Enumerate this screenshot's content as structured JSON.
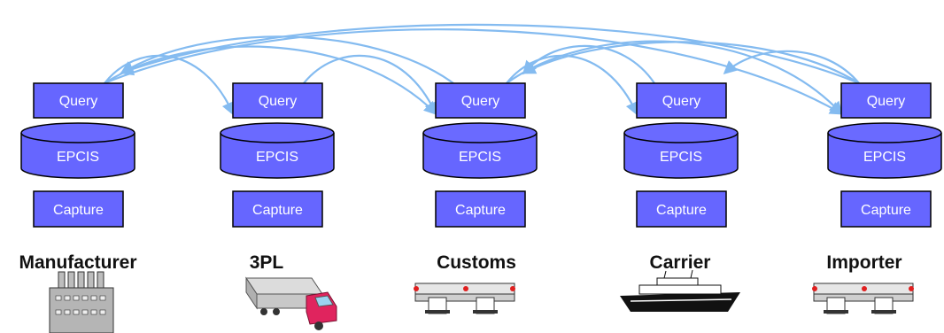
{
  "colors": {
    "box_fill": "#6666ff",
    "box_stroke": "#000000",
    "cylinder_top": "#6a6aff",
    "arrow": "#84bbf0",
    "label_text": "#111111",
    "box_text": "#ffffff"
  },
  "nodes": [
    {
      "name": "Manufacturer",
      "query": "Query",
      "store": "EPCIS",
      "capture": "Capture",
      "icon": "factory-icon"
    },
    {
      "name": "3PL",
      "query": "Query",
      "store": "EPCIS",
      "capture": "Capture",
      "icon": "truck-icon"
    },
    {
      "name": "Customs",
      "query": "Query",
      "store": "EPCIS",
      "capture": "Capture",
      "icon": "port-icon"
    },
    {
      "name": "Carrier",
      "query": "Query",
      "store": "EPCIS",
      "capture": "Capture",
      "icon": "ship-icon"
    },
    {
      "name": "Importer",
      "query": "Query",
      "store": "EPCIS",
      "capture": "Capture",
      "icon": "port-icon"
    }
  ],
  "edges": [
    {
      "from": "Manufacturer",
      "to": "3PL"
    },
    {
      "from": "Manufacturer",
      "to": "Customs"
    },
    {
      "from": "Manufacturer",
      "to": "Importer"
    },
    {
      "from": "3PL",
      "to": "Customs"
    },
    {
      "from": "Customs",
      "to": "Manufacturer"
    },
    {
      "from": "Customs",
      "to": "Carrier"
    },
    {
      "from": "Carrier",
      "to": "Customs"
    },
    {
      "from": "Importer",
      "to": "Manufacturer"
    },
    {
      "from": "Importer",
      "to": "Carrier"
    },
    {
      "from": "Importer",
      "to": "Customs"
    },
    {
      "from": "Customs",
      "to": "Importer"
    }
  ]
}
